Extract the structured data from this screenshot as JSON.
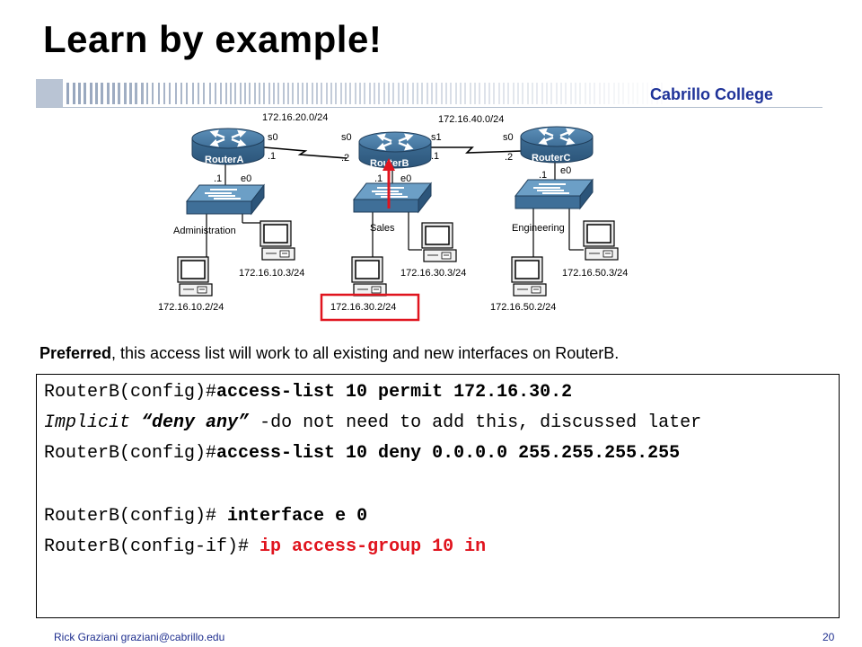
{
  "slide": {
    "title": "Learn by example!",
    "brand": "Cabrillo College",
    "footer_author": "Rick Graziani  graziani@cabrillo.edu",
    "page_number": "20"
  },
  "diagram": {
    "network_ab": "172.16.20.0/24",
    "network_bc": "172.16.40.0/24",
    "routers": [
      {
        "name": "RouterA",
        "serial_left": "",
        "serial_right": "s0",
        "serial_right_ip": ".1",
        "eth_ip": ".1",
        "eth": "e0"
      },
      {
        "name": "RouterB",
        "serial_left": "s0",
        "serial_left_ip": ".2",
        "serial_right": "s1",
        "serial_right_ip": ".1",
        "eth_ip": ".1",
        "eth": "e0"
      },
      {
        "name": "RouterC",
        "serial_left": "s0",
        "serial_left_ip": ".2",
        "eth_ip": ".1",
        "eth": "e0"
      }
    ],
    "lans": [
      "Administration",
      "Sales",
      "Engineering"
    ],
    "hosts": [
      "172.16.10.2/24",
      "172.16.10.3/24",
      "172.16.30.2/24",
      "172.16.30.3/24",
      "172.16.50.2/24",
      "172.16.50.3/24"
    ],
    "highlight_color": "#e0141e"
  },
  "caption": {
    "bold": "Preferred",
    "rest": ", this access list will work to all existing and new interfaces on RouterB."
  },
  "code": {
    "line1_prompt": "RouterB(config)#",
    "line1_cmd": "access-list 10 permit 172.16.30.2",
    "line2_a": "Implicit ",
    "line2_b": "“deny any”",
    "line2_c": " -do not need to add this, discussed later",
    "line3_prompt": "RouterB(config)#",
    "line3_cmd": "access-list 10 deny 0.0.0.0 255.255.255.255",
    "line4_prompt": "RouterB(config)# ",
    "line4_cmd": "interface e 0",
    "line5_prompt": "RouterB(config-if)# ",
    "line5_cmd": "ip access-group 10 in"
  }
}
